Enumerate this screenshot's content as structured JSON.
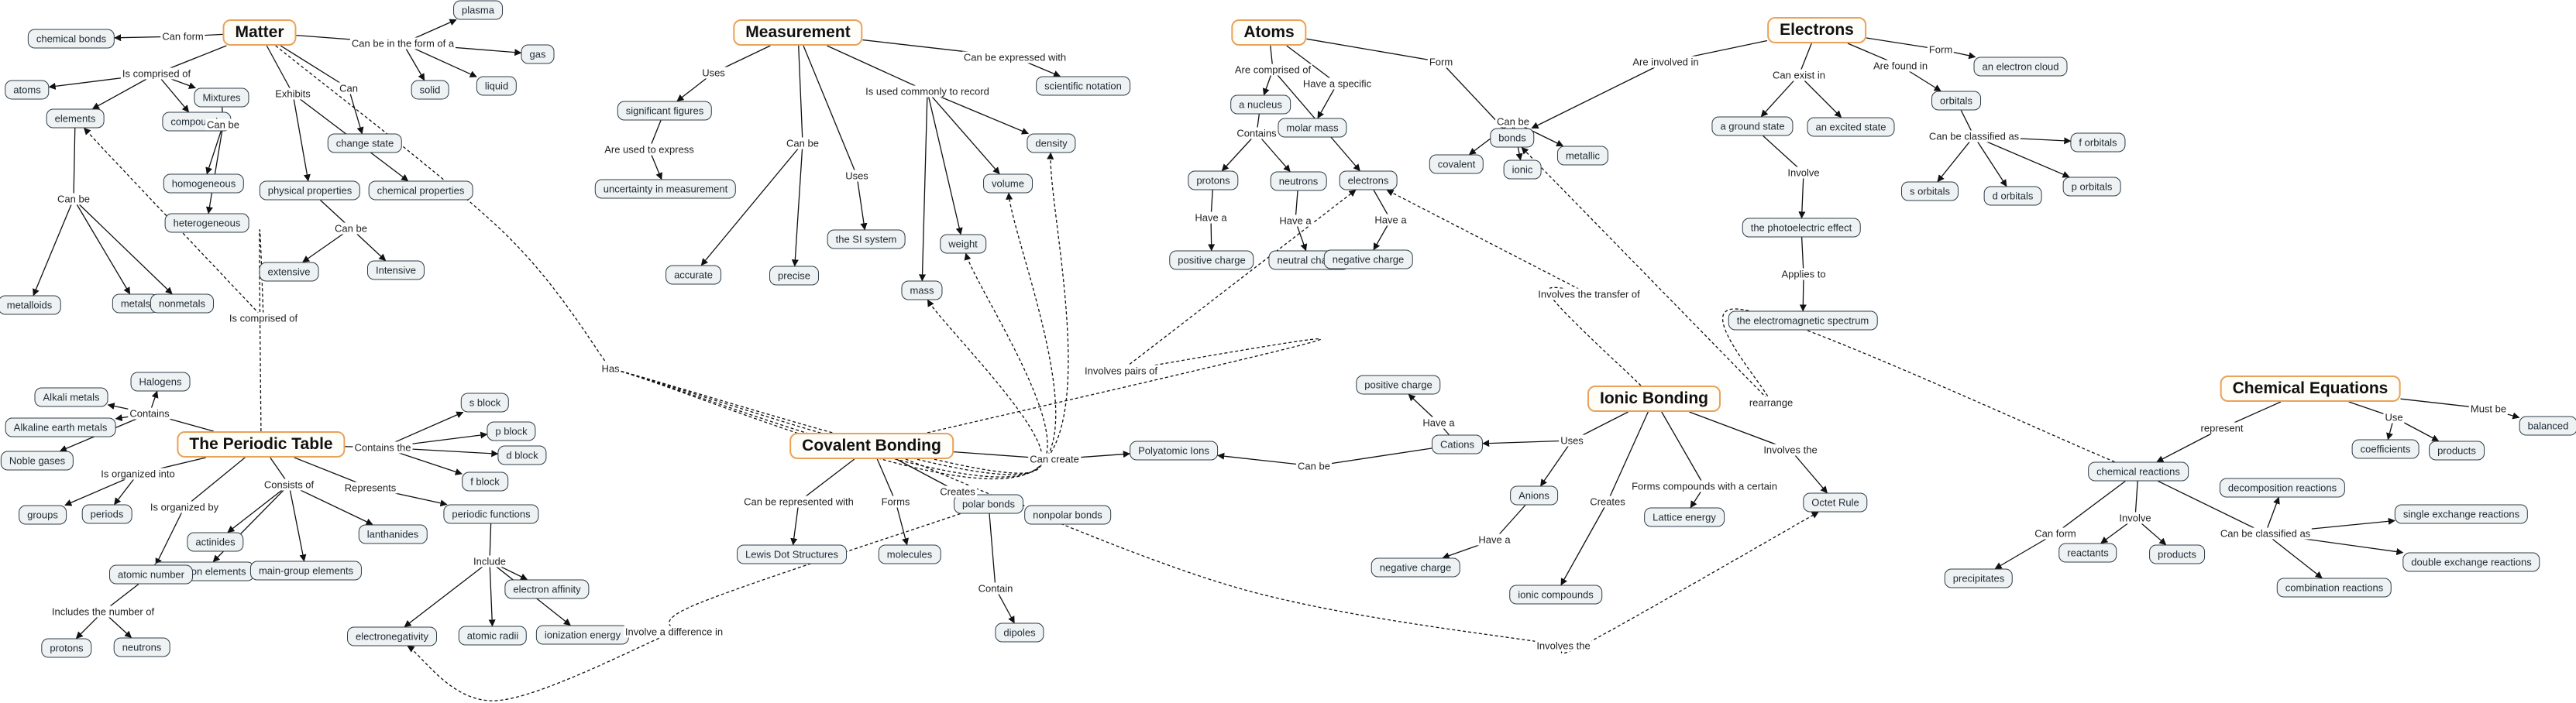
{
  "map": {
    "nodes": [
      {
        "id": "matter",
        "label": "Matter",
        "main": true
      },
      {
        "id": "chemical_bonds",
        "label": "chemical bonds"
      },
      {
        "id": "plasma",
        "label": "plasma"
      },
      {
        "id": "gas",
        "label": "gas"
      },
      {
        "id": "solid",
        "label": "solid"
      },
      {
        "id": "liquid",
        "label": "liquid"
      },
      {
        "id": "atoms_s",
        "label": "atoms"
      },
      {
        "id": "elements",
        "label": "elements"
      },
      {
        "id": "compounds",
        "label": "compounds"
      },
      {
        "id": "mixtures",
        "label": "Mixtures"
      },
      {
        "id": "homogeneous",
        "label": "homogeneous"
      },
      {
        "id": "heterogeneous",
        "label": "heterogeneous"
      },
      {
        "id": "change_state",
        "label": "change state"
      },
      {
        "id": "physical_props",
        "label": "physical properties"
      },
      {
        "id": "chemical_props",
        "label": "chemical properties"
      },
      {
        "id": "extensive",
        "label": "extensive"
      },
      {
        "id": "intensive",
        "label": "Intensive"
      },
      {
        "id": "metalloids",
        "label": "metalloids"
      },
      {
        "id": "metals",
        "label": "metals"
      },
      {
        "id": "nonmetals",
        "label": "nonmetals"
      },
      {
        "id": "measurement",
        "label": "Measurement",
        "main": true
      },
      {
        "id": "scientific_notation",
        "label": "scientific notation"
      },
      {
        "id": "significant_figures",
        "label": "significant figures"
      },
      {
        "id": "uncertainty",
        "label": "uncertainty in measurement"
      },
      {
        "id": "accurate",
        "label": "accurate"
      },
      {
        "id": "precise",
        "label": "precise"
      },
      {
        "id": "si_system",
        "label": "the SI system"
      },
      {
        "id": "density",
        "label": "density"
      },
      {
        "id": "volume",
        "label": "volume"
      },
      {
        "id": "weight",
        "label": "weight"
      },
      {
        "id": "mass",
        "label": "mass"
      },
      {
        "id": "atoms",
        "label": "Atoms",
        "main": true
      },
      {
        "id": "nucleus",
        "label": "a nucleus"
      },
      {
        "id": "molar_mass",
        "label": "molar mass"
      },
      {
        "id": "bonds",
        "label": "bonds"
      },
      {
        "id": "protons_a",
        "label": "protons"
      },
      {
        "id": "neutrons_a",
        "label": "neutrons"
      },
      {
        "id": "electrons_a",
        "label": "electrons"
      },
      {
        "id": "covalent",
        "label": "covalent"
      },
      {
        "id": "ionic",
        "label": "ionic"
      },
      {
        "id": "metallic",
        "label": "metallic"
      },
      {
        "id": "positive_charge_a",
        "label": "positive charge"
      },
      {
        "id": "neutral_charge",
        "label": "neutral charge"
      },
      {
        "id": "negative_charge_a",
        "label": "negative charge"
      },
      {
        "id": "electrons_main",
        "label": "Electrons",
        "main": true
      },
      {
        "id": "electron_cloud",
        "label": "an electron cloud"
      },
      {
        "id": "ground_state",
        "label": "a ground state"
      },
      {
        "id": "excited_state",
        "label": "an excited state"
      },
      {
        "id": "orbitals",
        "label": "orbitals"
      },
      {
        "id": "f_orbitals",
        "label": "f orbitals"
      },
      {
        "id": "s_orbitals",
        "label": "s orbitals"
      },
      {
        "id": "d_orbitals",
        "label": "d orbitals"
      },
      {
        "id": "p_orbitals",
        "label": "p orbitals"
      },
      {
        "id": "photoelectric",
        "label": "the photoelectric effect"
      },
      {
        "id": "em_spectrum",
        "label": "the electromagnetic spectrum"
      },
      {
        "id": "periodic_table",
        "label": "The Periodic Table",
        "main": true
      },
      {
        "id": "halogens",
        "label": "Halogens"
      },
      {
        "id": "alkali",
        "label": "Alkali metals"
      },
      {
        "id": "alkaline",
        "label": "Alkaline earth metals"
      },
      {
        "id": "noble",
        "label": "Noble gases"
      },
      {
        "id": "s_block",
        "label": "s block"
      },
      {
        "id": "p_block",
        "label": "p block"
      },
      {
        "id": "d_block",
        "label": "d block"
      },
      {
        "id": "f_block",
        "label": "f block"
      },
      {
        "id": "groups",
        "label": "groups"
      },
      {
        "id": "periods",
        "label": "periods"
      },
      {
        "id": "actinides",
        "label": "actinides"
      },
      {
        "id": "lanthanides",
        "label": "lanthanides"
      },
      {
        "id": "transition",
        "label": "transition elements"
      },
      {
        "id": "main_group",
        "label": "main-group elements"
      },
      {
        "id": "atomic_number",
        "label": "atomic number"
      },
      {
        "id": "protons_p",
        "label": "protons"
      },
      {
        "id": "neutrons_p",
        "label": "neutrons"
      },
      {
        "id": "periodic_functions",
        "label": "periodic functions"
      },
      {
        "id": "electron_affinity",
        "label": "electron affinity"
      },
      {
        "id": "electronegativity",
        "label": "electronegativity"
      },
      {
        "id": "atomic_radii",
        "label": "atomic radii"
      },
      {
        "id": "ionization",
        "label": "ionization energy"
      },
      {
        "id": "covalent_bonding",
        "label": "Covalent Bonding",
        "main": true
      },
      {
        "id": "lewis",
        "label": "Lewis Dot Structures"
      },
      {
        "id": "molecules",
        "label": "molecules"
      },
      {
        "id": "polar_bonds",
        "label": "polar bonds"
      },
      {
        "id": "nonpolar_bonds",
        "label": "nonpolar bonds"
      },
      {
        "id": "polyatomic",
        "label": "Polyatomic Ions"
      },
      {
        "id": "dipoles",
        "label": "dipoles"
      },
      {
        "id": "ionic_bonding",
        "label": "Ionic Bonding",
        "main": true
      },
      {
        "id": "positive_charge_i",
        "label": "positive charge"
      },
      {
        "id": "cations",
        "label": "Cations"
      },
      {
        "id": "anions",
        "label": "Anions"
      },
      {
        "id": "negative_charge_i",
        "label": "negative charge"
      },
      {
        "id": "ionic_compounds",
        "label": "ionic compounds"
      },
      {
        "id": "lattice_energy",
        "label": "Lattice energy"
      },
      {
        "id": "octet_rule",
        "label": "Octet Rule"
      },
      {
        "id": "chem_equations",
        "label": "Chemical Equations",
        "main": true
      },
      {
        "id": "chem_reactions",
        "label": "chemical reactions"
      },
      {
        "id": "coefficients",
        "label": "coefficients"
      },
      {
        "id": "products_e",
        "label": "products"
      },
      {
        "id": "balanced",
        "label": "balanced"
      },
      {
        "id": "decomposition",
        "label": "decomposition reactions"
      },
      {
        "id": "single_exchange",
        "label": "single exchange reactions"
      },
      {
        "id": "double_exchange",
        "label": "double exchange reactions"
      },
      {
        "id": "combination",
        "label": "combination reactions"
      },
      {
        "id": "precipitates",
        "label": "precipitates"
      },
      {
        "id": "reactants",
        "label": "reactants"
      },
      {
        "id": "products_r",
        "label": "products"
      }
    ],
    "links": [
      {
        "from": "matter",
        "label": "Can form",
        "to": [
          "chemical_bonds"
        ]
      },
      {
        "from": "matter",
        "label": "Can be in the form of a",
        "to": [
          "plasma",
          "gas",
          "solid",
          "liquid"
        ]
      },
      {
        "from": "matter",
        "label": "Is comprised of",
        "to": [
          "atoms_s",
          "elements",
          "compounds",
          "mixtures"
        ]
      },
      {
        "from": "matter",
        "label": "Can",
        "to": [
          "change_state"
        ]
      },
      {
        "from": "matter",
        "label": "Exhibits",
        "to": [
          "physical_props",
          "chemical_props"
        ]
      },
      {
        "from": "mixtures",
        "label": "Can be",
        "to": [
          "homogeneous",
          "heterogeneous"
        ]
      },
      {
        "from": "physical_props",
        "label": "Can be",
        "to": [
          "extensive",
          "intensive"
        ]
      },
      {
        "from": "elements",
        "label": "Can be",
        "to": [
          "metalloids",
          "metals",
          "nonmetals"
        ]
      },
      {
        "from": "periodic_table",
        "label": "Is comprised of",
        "to": [
          "elements"
        ],
        "dashed": true
      },
      {
        "from": "measurement",
        "label": "Can be expressed with",
        "to": [
          "scientific_notation"
        ]
      },
      {
        "from": "measurement",
        "label": "Uses",
        "to": [
          "significant_figures"
        ]
      },
      {
        "from": "significant_figures",
        "label": "Are used to express",
        "to": [
          "uncertainty"
        ]
      },
      {
        "from": "measurement",
        "label": "Can be",
        "to": [
          "accurate",
          "precise"
        ]
      },
      {
        "from": "measurement",
        "label": "Uses",
        "to": [
          "si_system"
        ]
      },
      {
        "from": "measurement",
        "label": "Is used commonly to record",
        "to": [
          "density",
          "volume",
          "weight",
          "mass"
        ]
      },
      {
        "from": "matter",
        "label": "Has",
        "to": [
          "mass",
          "weight",
          "volume",
          "density"
        ],
        "dashed": true
      },
      {
        "from": "atoms",
        "label": "Are comprised of",
        "to": [
          "nucleus",
          "electrons_a"
        ]
      },
      {
        "from": "atoms",
        "label": "Have a specific",
        "to": [
          "molar_mass"
        ]
      },
      {
        "from": "atoms",
        "label": "Form",
        "to": [
          "bonds"
        ]
      },
      {
        "from": "nucleus",
        "label": "Contains",
        "to": [
          "protons_a",
          "neutrons_a"
        ]
      },
      {
        "from": "protons_a",
        "label": "Have a",
        "to": [
          "positive_charge_a"
        ]
      },
      {
        "from": "neutrons_a",
        "label": "Have a",
        "to": [
          "neutral_charge"
        ]
      },
      {
        "from": "electrons_a",
        "label": "Have a",
        "to": [
          "negative_charge_a"
        ]
      },
      {
        "from": "bonds",
        "label": "Can be",
        "to": [
          "covalent",
          "ionic",
          "metallic"
        ]
      },
      {
        "from": "electrons_main",
        "label": "Are involved in",
        "to": [
          "bonds"
        ]
      },
      {
        "from": "electrons_main",
        "label": "Form",
        "to": [
          "electron_cloud"
        ]
      },
      {
        "from": "electrons_main",
        "label": "Can exist in",
        "to": [
          "ground_state",
          "excited_state"
        ]
      },
      {
        "from": "electrons_main",
        "label": "Are found in",
        "to": [
          "orbitals"
        ]
      },
      {
        "from": "orbitals",
        "label": "Can be classified as",
        "to": [
          "f_orbitals",
          "s_orbitals",
          "d_orbitals",
          "p_orbitals"
        ]
      },
      {
        "from": "ground_state",
        "label": "Involve",
        "to": [
          "photoelectric"
        ]
      },
      {
        "from": "photoelectric",
        "label": "Applies to",
        "to": [
          "em_spectrum"
        ]
      },
      {
        "from": "ionic_bonding",
        "label": "Involves the transfer of",
        "to": [
          "electrons_a"
        ],
        "dashed": true
      },
      {
        "from": "covalent_bonding",
        "label": "Involves pairs of",
        "to": [
          "electrons_a"
        ],
        "dashed": true
      },
      {
        "from": "periodic_table",
        "label": "Contains",
        "to": [
          "halogens",
          "alkali",
          "alkaline",
          "noble"
        ]
      },
      {
        "from": "periodic_table",
        "label": "Contains the",
        "to": [
          "s_block",
          "p_block",
          "d_block",
          "f_block"
        ]
      },
      {
        "from": "periodic_table",
        "label": "Is organized into",
        "to": [
          "groups",
          "periods"
        ]
      },
      {
        "from": "periodic_table",
        "label": "Is organized by",
        "to": [
          "atomic_number"
        ]
      },
      {
        "from": "periodic_table",
        "label": "Consists of",
        "to": [
          "actinides",
          "transition",
          "main_group",
          "lanthanides"
        ]
      },
      {
        "from": "periodic_table",
        "label": "Represents",
        "to": [
          "periodic_functions"
        ]
      },
      {
        "from": "atomic_number",
        "label": "Includes the number of",
        "to": [
          "protons_p",
          "neutrons_p"
        ]
      },
      {
        "from": "periodic_functions",
        "label": "Include",
        "to": [
          "electronegativity",
          "atomic_radii",
          "ionization",
          "electron_affinity"
        ]
      },
      {
        "from": "covalent_bonding",
        "label": "Can be represented with",
        "to": [
          "lewis"
        ]
      },
      {
        "from": "covalent_bonding",
        "label": "Forms",
        "to": [
          "molecules"
        ]
      },
      {
        "from": "covalent_bonding",
        "label": "Creates",
        "to": [
          "polar_bonds",
          "nonpolar_bonds"
        ]
      },
      {
        "from": "covalent_bonding",
        "label": "Can create",
        "to": [
          "polyatomic"
        ]
      },
      {
        "from": "polar_bonds",
        "label": "Contain",
        "to": [
          "dipoles"
        ]
      },
      {
        "from": "polar_bonds",
        "label": "Involve a difference in",
        "to": [
          "electronegativity"
        ],
        "dashed": true
      },
      {
        "from": "ionic_bonding",
        "label": "Uses",
        "to": [
          "cations",
          "anions"
        ]
      },
      {
        "from": "ionic_bonding",
        "label": "Creates",
        "to": [
          "ionic_compounds"
        ]
      },
      {
        "from": "ionic_bonding",
        "label": "Forms compounds with a certain",
        "to": [
          "lattice_energy"
        ]
      },
      {
        "from": "ionic_bonding",
        "label": "Involves the",
        "to": [
          "octet_rule"
        ]
      },
      {
        "from": "cations",
        "label": "Have a",
        "to": [
          "positive_charge_i"
        ]
      },
      {
        "from": "anions",
        "label": "Have a",
        "to": [
          "negative_charge_i"
        ]
      },
      {
        "from": "cations",
        "label": "Can be",
        "to": [
          "polyatomic"
        ]
      },
      {
        "from": "covalent_bonding",
        "label": "Involves the",
        "to": [
          "octet_rule"
        ],
        "dashed": true
      },
      {
        "from": "chem_equations",
        "label": "represent",
        "to": [
          "chem_reactions"
        ]
      },
      {
        "from": "chem_equations",
        "label": "Use",
        "to": [
          "coefficients",
          "products_e"
        ]
      },
      {
        "from": "chem_equations",
        "label": "Must be",
        "to": [
          "balanced"
        ]
      },
      {
        "from": "chem_reactions",
        "label": "rearrange",
        "to": [
          "bonds"
        ],
        "dashed": true
      },
      {
        "from": "chem_reactions",
        "label": "Can be classified as",
        "to": [
          "decomposition",
          "single_exchange",
          "double_exchange",
          "combination"
        ]
      },
      {
        "from": "chem_reactions",
        "label": "Can form",
        "to": [
          "precipitates"
        ]
      },
      {
        "from": "chem_reactions",
        "label": "Involve",
        "to": [
          "reactants",
          "products_r"
        ]
      }
    ]
  }
}
